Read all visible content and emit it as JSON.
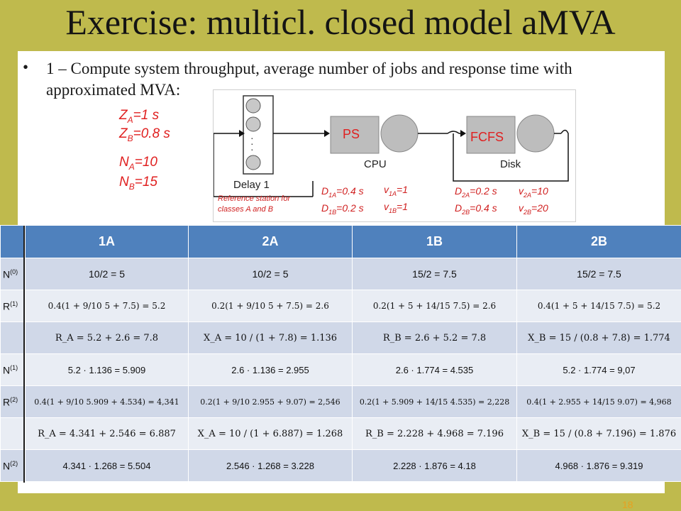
{
  "title": "Exercise: multicl. closed model aMVA",
  "bullet": {
    "marker": "•",
    "text": "1 – Compute system throughput, average number of jobs and response time with approximated MVA:"
  },
  "params": {
    "za": "Z",
    "za_sub": "A",
    "za_val": "=1 s",
    "zb": "Z",
    "zb_sub": "B",
    "zb_val": "=0.8 s",
    "na": "N",
    "na_sub": "A",
    "na_val": "=10",
    "nb": "N",
    "nb_sub": "B",
    "nb_val": "=15"
  },
  "diagram": {
    "delay_label": "Delay 1",
    "reference": "Reference station for classes A and B",
    "cpu_label": "CPU",
    "cpu_queue": "PS",
    "disk_label": "Disk",
    "disk_queue": "FCFS",
    "d1a": "D",
    "d1a_sub": "1A",
    "d1a_val": "=0.4 s",
    "d1b": "D",
    "d1b_sub": "1B",
    "d1b_val": "=0.2 s",
    "v1a": "v",
    "v1a_sub": "1A",
    "v1a_val": "=1",
    "v1b": "v",
    "v1b_sub": "1B",
    "v1b_val": "=1",
    "d2a": "D",
    "d2a_sub": "2A",
    "d2a_val": "=0.2 s",
    "d2b": "D",
    "d2b_sub": "2B",
    "d2b_val": "=0.4 s",
    "v2a": "v",
    "v2a_sub": "2A",
    "v2a_val": "=10",
    "v2b": "v",
    "v2b_sub": "2B",
    "v2b_val": "=20"
  },
  "table": {
    "headers": [
      "1A",
      "2A",
      "1B",
      "2B"
    ],
    "n0": {
      "label": "N",
      "sup": "(0)",
      "cells": [
        "10/2 = 5",
        "10/2 = 5",
        "15/2 = 7.5",
        "15/2 = 7.5"
      ]
    },
    "r1": {
      "label": "R",
      "sup": "(1)",
      "cells": [
        "0.4(1 + 9/10 5 + 7.5) = 5.2",
        "0.2(1 + 9/10 5 + 7.5) = 2.6",
        "0.2(1 + 5 + 14/15 7.5) = 2.6",
        "0.4(1 + 5 + 14/15 7.5) = 5.2"
      ]
    },
    "x1": {
      "cells": [
        "R_A = 5.2 + 2.6 = 7.8",
        "X_A = 10 / (1 + 7.8) = 1.136",
        "R_B = 2.6 + 5.2 = 7.8",
        "X_B = 15 / (0.8 + 7.8) = 1.774"
      ]
    },
    "n1": {
      "label": "N",
      "sup": "(1)",
      "cells": [
        "5.2 · 1.136 = 5.909",
        "2.6 · 1.136 = 2.955",
        "2.6 · 1.774 = 4.535",
        "5.2 · 1.774 = 9,07"
      ]
    },
    "r2": {
      "label": "R",
      "sup": "(2)",
      "cells": [
        "0.4(1 + 9/10 5.909 + 4.534) = 4,341",
        "0.2(1 + 9/10 2.955 + 9.07) = 2,546",
        "0.2(1 + 5.909 + 14/15 4.535) = 2,228",
        "0.4(1 + 2.955 + 14/15 9.07) = 4,968"
      ]
    },
    "x2": {
      "cells": [
        "R_A = 4.341 + 2.546 = 6.887",
        "X_A = 10 / (1 + 6.887) = 1.268",
        "R_B = 2.228 + 4.968 = 7.196",
        "X_B = 15 / (0.8 + 7.196) = 1.876"
      ]
    },
    "n2": {
      "label": "N",
      "sup": "(2)",
      "cells": [
        "4.341 · 1.268 = 5.504",
        "2.546 · 1.268 = 3.228",
        "2.228 · 1.876 = 4.18",
        "4.968 · 1.876 = 9.319"
      ]
    }
  },
  "page_number": "18",
  "colors": {
    "background": "#bfba4d",
    "header": "#4f81bd",
    "row_dark": "#d0d8e8",
    "row_light": "#e9edf4",
    "accent": "#e02020"
  }
}
